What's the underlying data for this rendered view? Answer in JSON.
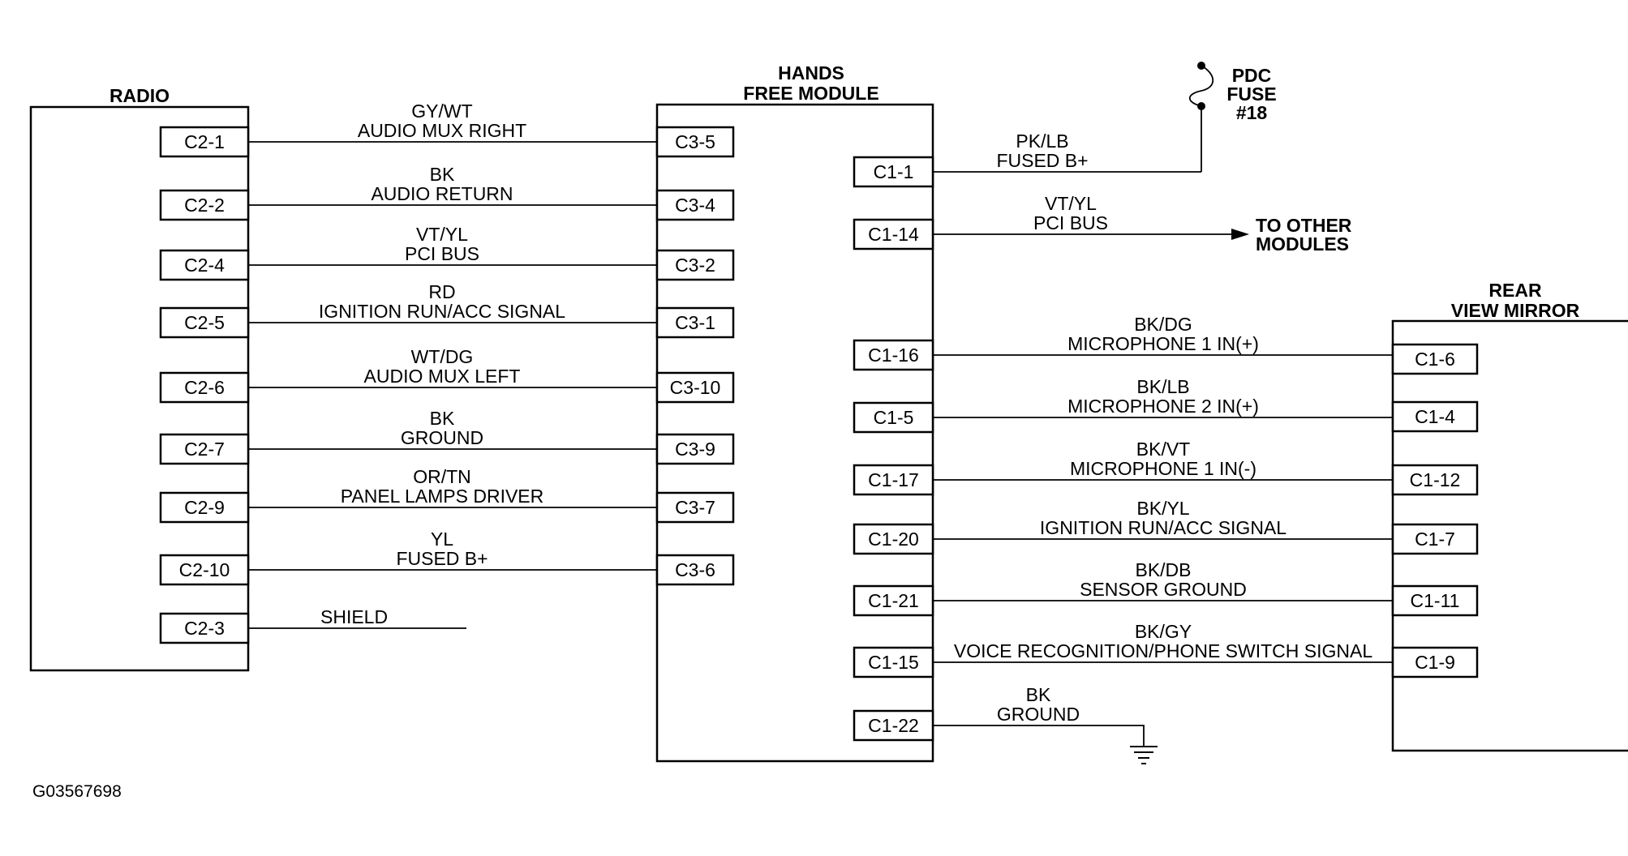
{
  "components": {
    "radio": "RADIO",
    "hfm_line1": "HANDS",
    "hfm_line2": "FREE MODULE",
    "fuse_line1": "PDC",
    "fuse_line2": "FUSE",
    "fuse_line3": "#18",
    "mirror_line1": "REAR",
    "mirror_line2": "VIEW MIRROR",
    "to_other_line1": "TO OTHER",
    "to_other_line2": "MODULES"
  },
  "left_wires": [
    {
      "radio_pin": "C2-1",
      "color": "GY/WT",
      "circuit": "AUDIO MUX RIGHT",
      "hfm_pin": "C3-5"
    },
    {
      "radio_pin": "C2-2",
      "color": "BK",
      "circuit": "AUDIO RETURN",
      "hfm_pin": "C3-4"
    },
    {
      "radio_pin": "C2-4",
      "color": "VT/YL",
      "circuit": "PCI BUS",
      "hfm_pin": "C3-2"
    },
    {
      "radio_pin": "C2-5",
      "color": "RD",
      "circuit": "IGNITION RUN/ACC SIGNAL",
      "hfm_pin": "C3-1"
    },
    {
      "radio_pin": "C2-6",
      "color": "WT/DG",
      "circuit": "AUDIO MUX LEFT",
      "hfm_pin": "C3-10"
    },
    {
      "radio_pin": "C2-7",
      "color": "BK",
      "circuit": "GROUND",
      "hfm_pin": "C3-9"
    },
    {
      "radio_pin": "C2-9",
      "color": "OR/TN",
      "circuit": "PANEL LAMPS DRIVER",
      "hfm_pin": "C3-7"
    },
    {
      "radio_pin": "C2-10",
      "color": "YL",
      "circuit": "FUSED B+",
      "hfm_pin": "C3-6"
    }
  ],
  "shield": {
    "radio_pin": "C2-3",
    "label": "SHIELD"
  },
  "right_top_wires": [
    {
      "hfm_pin": "C1-1",
      "color": "PK/LB",
      "circuit": "FUSED B+"
    },
    {
      "hfm_pin": "C1-14",
      "color": "VT/YL",
      "circuit": "PCI BUS"
    }
  ],
  "right_wires": [
    {
      "hfm_pin": "C1-16",
      "color": "BK/DG",
      "circuit": "MICROPHONE 1 IN(+)",
      "mirror_pin": "C1-6"
    },
    {
      "hfm_pin": "C1-5",
      "color": "BK/LB",
      "circuit": "MICROPHONE 2 IN(+)",
      "mirror_pin": "C1-4"
    },
    {
      "hfm_pin": "C1-17",
      "color": "BK/VT",
      "circuit": "MICROPHONE 1 IN(-)",
      "mirror_pin": "C1-12"
    },
    {
      "hfm_pin": "C1-20",
      "color": "BK/YL",
      "circuit": "IGNITION RUN/ACC SIGNAL",
      "mirror_pin": "C1-7"
    },
    {
      "hfm_pin": "C1-21",
      "color": "BK/DB",
      "circuit": "SENSOR GROUND",
      "mirror_pin": "C1-11"
    },
    {
      "hfm_pin": "C1-15",
      "color": "BK/GY",
      "circuit": "VOICE RECOGNITION/PHONE SWITCH SIGNAL",
      "mirror_pin": "C1-9"
    }
  ],
  "ground_wire": {
    "hfm_pin": "C1-22",
    "color": "BK",
    "circuit": "GROUND"
  },
  "figure_id": "G03567698"
}
